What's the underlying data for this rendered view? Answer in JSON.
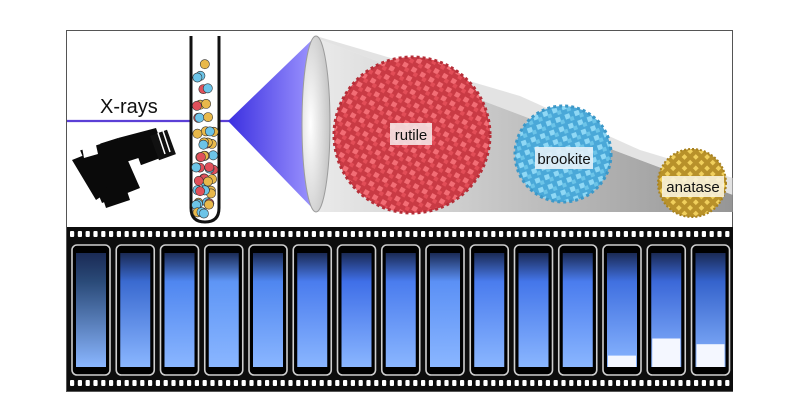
{
  "labels": {
    "xrays": "X-rays",
    "rutile": "rutile",
    "brookite": "brookite",
    "anatase": "anatase"
  },
  "colors": {
    "xray_beam": "#5b3fd6",
    "rutile": "#e0505a",
    "brookite": "#6cc4e8",
    "anatase": "#d9b23c",
    "cone": "#6a5cff",
    "film": "#0d0d0d",
    "frame_glow": "#4a78ff"
  },
  "film": {
    "frame_count": 15,
    "frames": [
      {
        "tint": "#2a4a78",
        "white_fraction": 0
      },
      {
        "tint": "#3a6ad0",
        "white_fraction": 0
      },
      {
        "tint": "#4f86f0",
        "white_fraction": 0
      },
      {
        "tint": "#5e95f5",
        "white_fraction": 0
      },
      {
        "tint": "#4f86f0",
        "white_fraction": 0
      },
      {
        "tint": "#4a7cee",
        "white_fraction": 0
      },
      {
        "tint": "#3f6fe8",
        "white_fraction": 0
      },
      {
        "tint": "#4a7cee",
        "white_fraction": 0
      },
      {
        "tint": "#5b90f5",
        "white_fraction": 0
      },
      {
        "tint": "#4a7cee",
        "white_fraction": 0
      },
      {
        "tint": "#4476ea",
        "white_fraction": 0
      },
      {
        "tint": "#4a7cee",
        "white_fraction": 0
      },
      {
        "tint": "#4070e0",
        "white_fraction": 0.1
      },
      {
        "tint": "#3b68d8",
        "white_fraction": 0.25
      },
      {
        "tint": "#3563cc",
        "white_fraction": 0.2
      }
    ]
  }
}
